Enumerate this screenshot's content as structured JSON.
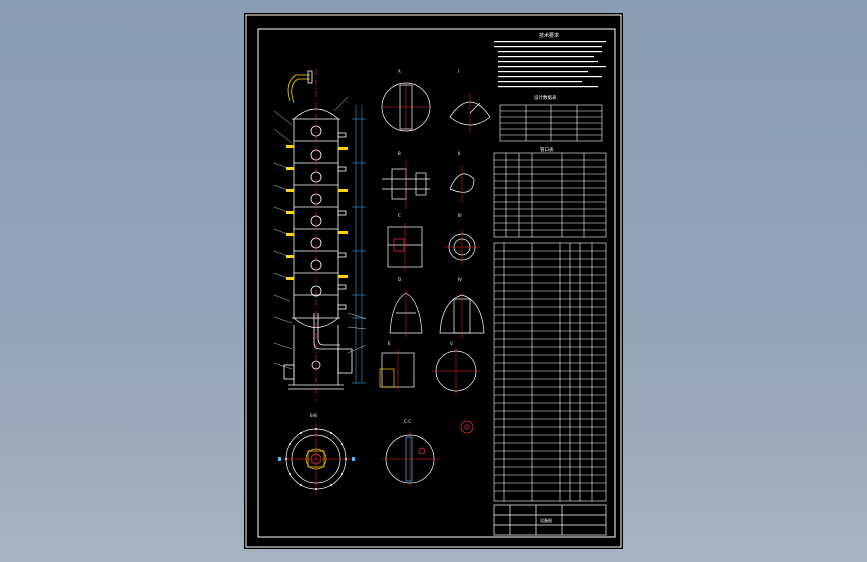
{
  "viewport": {
    "background": "#93a3b7"
  },
  "drawing": {
    "tech_title": "技术要求",
    "design_title": "设计数据表",
    "nozzle_title": "管口表",
    "titleblock_name": "设备图",
    "colors": {
      "frame": "#ffffff",
      "vessel": "#ffffff",
      "center_line": "#ff2020",
      "nozzle": "#ffd200",
      "dimension": "#40c0ff",
      "highlight": "#ff3030"
    }
  }
}
